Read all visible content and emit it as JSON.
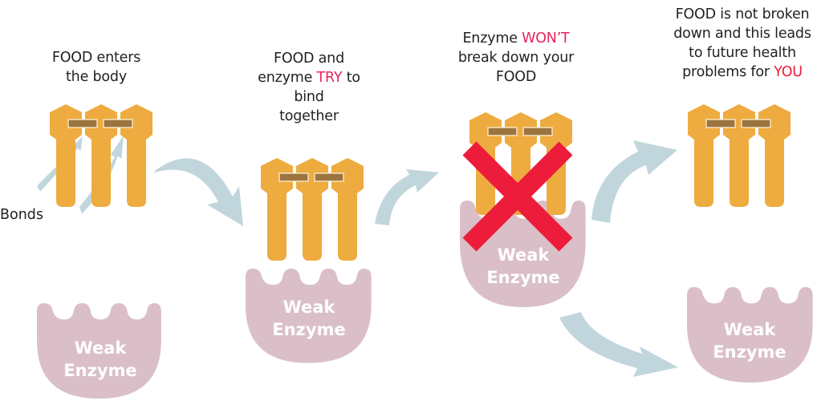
{
  "colors": {
    "food": "#eeab3f",
    "bond": "#9b7440",
    "bond_border": "#f6e3c0",
    "enzyme": "#dabfc8",
    "arrow": "#c1d6dc",
    "cross": "#ed1c3a",
    "highlight": "#e8265a",
    "text": "#231f20"
  },
  "stages": [
    {
      "caption_parts": [
        "FOOD enters",
        "the body"
      ]
    },
    {
      "caption_line1": "FOOD and",
      "caption_line2_pre": "enzyme ",
      "caption_line2_hl": "TRY",
      "caption_line2_post": " to",
      "caption_line3": "bind",
      "caption_line4": "together"
    },
    {
      "caption_line1_pre": "Enzyme ",
      "caption_line1_hl": "WON’T",
      "caption_line2": "break down your",
      "caption_line3": "FOOD"
    },
    {
      "caption_line1": "FOOD is not broken",
      "caption_line2": "down and this leads",
      "caption_line3": "to future health",
      "caption_line4_pre": "problems for ",
      "caption_line4_hl": "YOU"
    }
  ],
  "bonds_label": "Bonds",
  "enzyme_label_line1": "Weak",
  "enzyme_label_line2": "Enzyme"
}
